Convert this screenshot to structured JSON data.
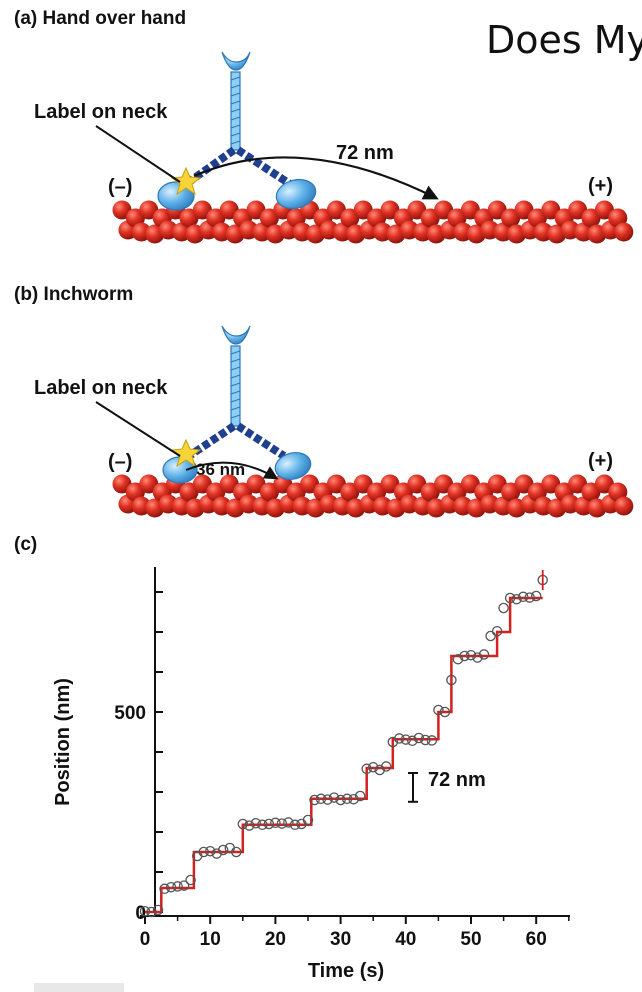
{
  "slide": {
    "title": "Does My"
  },
  "panel_a": {
    "label": "(a) Hand over hand",
    "callout": "Label on neck",
    "step": "72 nm",
    "minus_end": "(–)",
    "plus_end": "(+)"
  },
  "panel_b": {
    "label": "(b) Inchworm",
    "callout": "Label on neck",
    "step": "36 nm",
    "minus_end": "(–)",
    "plus_end": "(+)"
  },
  "panel_c": {
    "label": "(c)",
    "scale_bar": "72 nm"
  },
  "colors": {
    "actin": "#d9261c",
    "myosin": "#5aaee6",
    "neck": "#1f3f8f",
    "star": "#f6d43a",
    "trace": "#d42020"
  },
  "chart_data": {
    "type": "line",
    "xlabel": "Time (s)",
    "ylabel": "Position (nm)",
    "xlim": [
      -1,
      66
    ],
    "ylim": [
      -10,
      850
    ],
    "xticks": [
      0,
      10,
      20,
      30,
      40,
      50,
      60
    ],
    "yticks_labeled": [
      0,
      500
    ],
    "yticks_minor": [
      100,
      200,
      300,
      400,
      600,
      700,
      800
    ],
    "grid": false,
    "series": [
      {
        "kind": "step-fit",
        "x": [
          0,
          2.5,
          2.5,
          7.5,
          7.5,
          15,
          15,
          25.5,
          25.5,
          34,
          34,
          38,
          38,
          45,
          45,
          47,
          47,
          54,
          54,
          56,
          56,
          61
        ],
        "y": [
          0,
          0,
          60,
          60,
          150,
          150,
          218,
          218,
          283,
          283,
          360,
          360,
          432,
          432,
          500,
          500,
          640,
          640,
          700,
          700,
          785,
          785
        ]
      },
      {
        "kind": "measured-points",
        "x": [
          0,
          1,
          2,
          3,
          4,
          5,
          6,
          7,
          8,
          9,
          10,
          11,
          12,
          13,
          14,
          15,
          16,
          17,
          18,
          19,
          20,
          21,
          22,
          23,
          24,
          25,
          26,
          27,
          28,
          29,
          30,
          31,
          32,
          33,
          34,
          35,
          36,
          37,
          38,
          39,
          40,
          41,
          42,
          43,
          44,
          45,
          46,
          47,
          48,
          49,
          50,
          51,
          52,
          53,
          54,
          55,
          56,
          57,
          58,
          59,
          60,
          61
        ],
        "y": [
          2,
          0,
          5,
          58,
          62,
          64,
          66,
          80,
          140,
          150,
          152,
          146,
          155,
          160,
          150,
          220,
          216,
          222,
          218,
          220,
          223,
          221,
          224,
          218,
          220,
          230,
          280,
          283,
          281,
          286,
          280,
          283,
          282,
          290,
          358,
          362,
          355,
          364,
          425,
          434,
          431,
          428,
          435,
          430,
          429,
          505,
          500,
          580,
          632,
          640,
          642,
          636,
          644,
          690,
          702,
          760,
          785,
          782,
          788,
          786,
          790,
          830
        ]
      }
    ]
  }
}
